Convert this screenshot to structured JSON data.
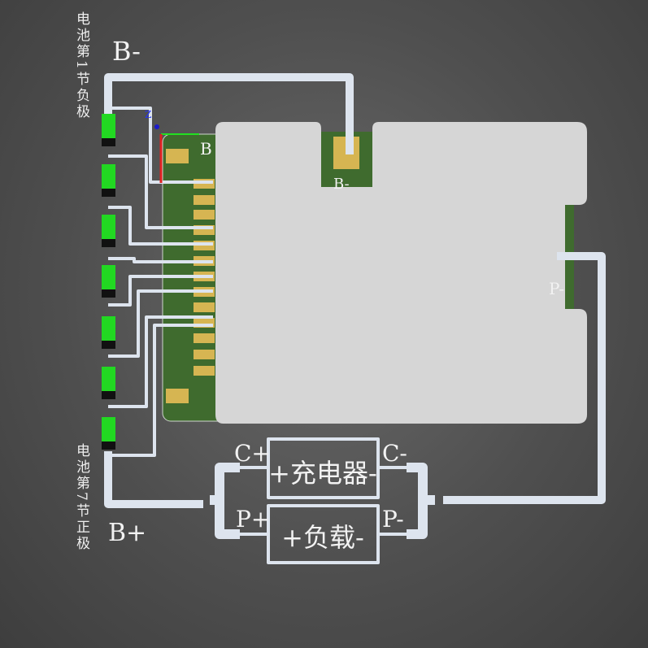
{
  "labels": {
    "b_minus": "B-",
    "b_plus": "B+",
    "cell1_negative": "电池第1节负极",
    "cell7_positive": "电池第7节正极",
    "charger_box": "+充电器-",
    "load_box": "+负载-",
    "c_plus": "C+",
    "c_minus": "C-",
    "p_plus": "P+",
    "p_minus_ext": "P-",
    "pcb_b_minus": "B-",
    "pcb_p_minus": "P-",
    "pcb_b_partial": "B",
    "axis_z": "Z"
  },
  "cells": {
    "count": 7
  },
  "colors": {
    "wire": "#dde4ee",
    "pcb": "#3f6b2e",
    "pad": "#d6b552",
    "cover": "#d7d7d7",
    "cell": "#22d822"
  }
}
